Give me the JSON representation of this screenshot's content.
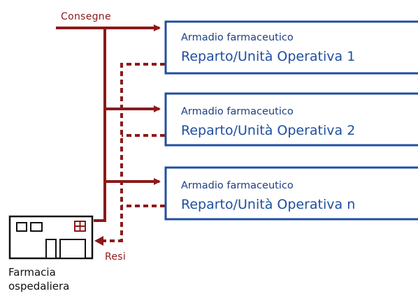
{
  "labels": {
    "deliveries": "Consegne",
    "returns": "Resi"
  },
  "pharmacy": {
    "caption_line1": "Farmacia",
    "caption_line2": "ospedaliera",
    "icon": "pharmacy-building-icon"
  },
  "units": [
    {
      "subtitle": "Armadio farmaceutico",
      "title": "Reparto/Unità Operativa 1"
    },
    {
      "subtitle": "Armadio farmaceutico",
      "title": "Reparto/Unità Operativa 2"
    },
    {
      "subtitle": "Armadio farmaceutico",
      "title": "Reparto/Unità Operativa n"
    }
  ],
  "colors": {
    "flow": "#8b1a1a",
    "box_border": "#1f4fa0",
    "box_text": "#1f4fa0"
  }
}
